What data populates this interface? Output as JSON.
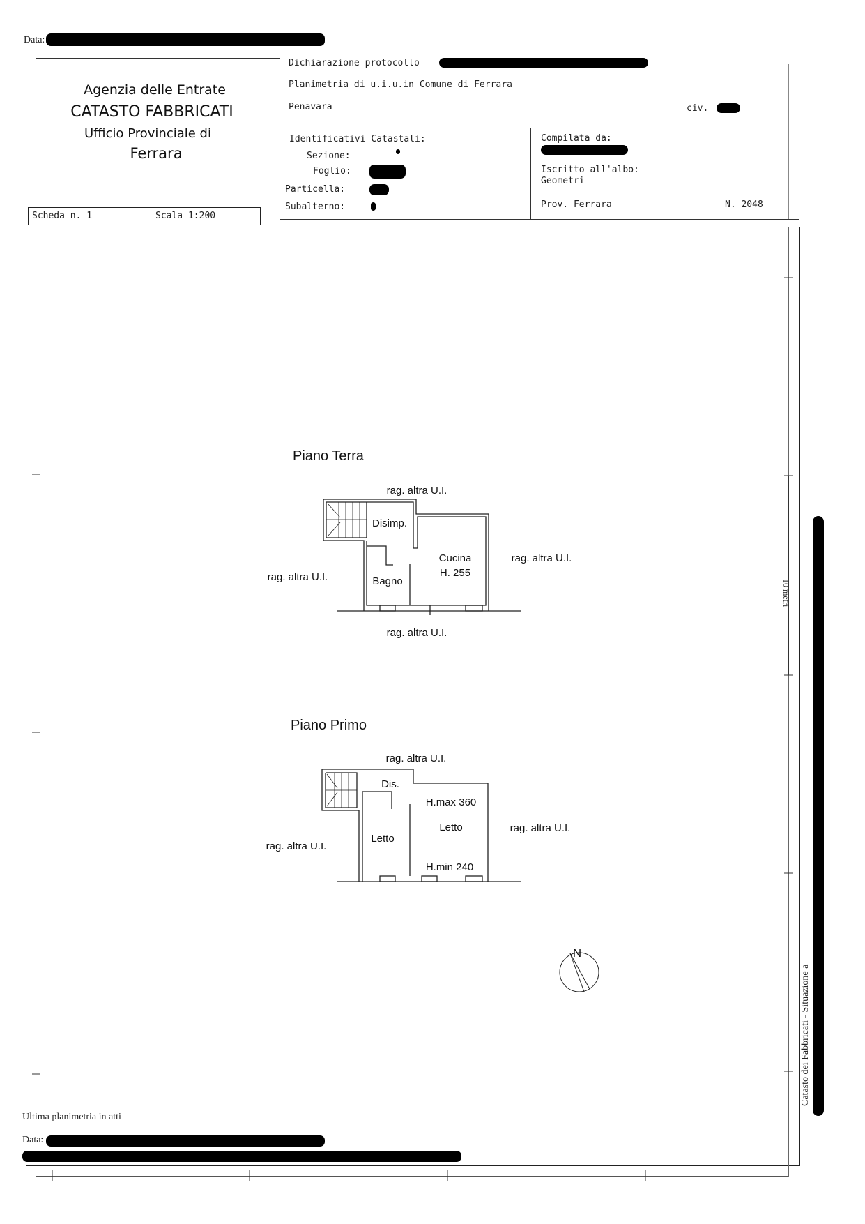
{
  "top_stamp": {
    "label": "Data:"
  },
  "office": {
    "line1": "Agenzia delle Entrate",
    "line2": "CATASTO FABBRICATI",
    "line3": "Ufficio Provinciale di",
    "line4": "Ferrara"
  },
  "declaration": {
    "protocol_label": "Dichiarazione protocollo",
    "planimetry": "Planimetria di u.i.u.in Comune di Ferrara",
    "street": "Penavara",
    "civ_label": "civ."
  },
  "identifiers": {
    "title": "Identificativi Catastali:",
    "sezione": "Sezione:",
    "foglio": "Foglio:",
    "particella": "Particella:",
    "subalterno": "Subalterno:"
  },
  "compiler": {
    "title": "Compilata da:",
    "register_label": "Iscritto all'albo:",
    "register_value": "Geometri",
    "province": "Prov. Ferrara",
    "number": "N. 2048"
  },
  "sheet": {
    "scheda": "Scheda n. 1",
    "scala": "Scala 1:200"
  },
  "plans": {
    "ground": {
      "title": "Piano Terra",
      "neighbor": "rag. altra U.I.",
      "rooms": [
        "Disimp.",
        "Cucina",
        "H. 255",
        "Bagno"
      ]
    },
    "first": {
      "title": "Piano Primo",
      "neighbor": "rag. altra U.I.",
      "rooms": [
        "Dis.",
        "Letto",
        "H.max 360",
        "Letto",
        "H.min 240"
      ]
    },
    "compass": "N"
  },
  "scale_bar": {
    "label": "10 metri"
  },
  "side_text": "Catasto dei Fabbricati - Situazione a",
  "footer": {
    "last": "Ultima planimetria in atti",
    "data_label": "Data:"
  }
}
